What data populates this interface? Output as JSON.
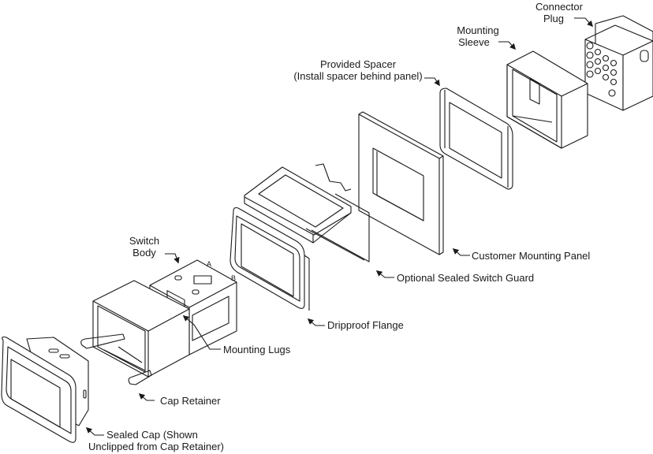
{
  "diagram": {
    "type": "exploded-assembly",
    "parts": [
      {
        "id": "connector-plug",
        "label_lines": [
          "Connector",
          "Plug"
        ]
      },
      {
        "id": "mounting-sleeve",
        "label_lines": [
          "Mounting",
          "Sleeve"
        ]
      },
      {
        "id": "provided-spacer",
        "label_lines": [
          "Provided Spacer",
          "(Install spacer behind panel)"
        ]
      },
      {
        "id": "customer-mounting-panel",
        "label_lines": [
          "Customer Mounting Panel"
        ]
      },
      {
        "id": "optional-sealed-switch-guard",
        "label_lines": [
          "Optional Sealed Switch Guard"
        ]
      },
      {
        "id": "dripproof-flange",
        "label_lines": [
          "Dripproof Flange"
        ]
      },
      {
        "id": "switch-body",
        "label_lines": [
          "Switch",
          "Body"
        ]
      },
      {
        "id": "mounting-lugs",
        "label_lines": [
          "Mounting Lugs"
        ]
      },
      {
        "id": "cap-retainer",
        "label_lines": [
          "Cap Retainer"
        ]
      },
      {
        "id": "sealed-cap",
        "label_lines": [
          "Sealed Cap (Shown",
          "Unclipped from Cap Retainer)"
        ]
      }
    ],
    "switch_body_markings": [
      "A",
      "B"
    ]
  }
}
